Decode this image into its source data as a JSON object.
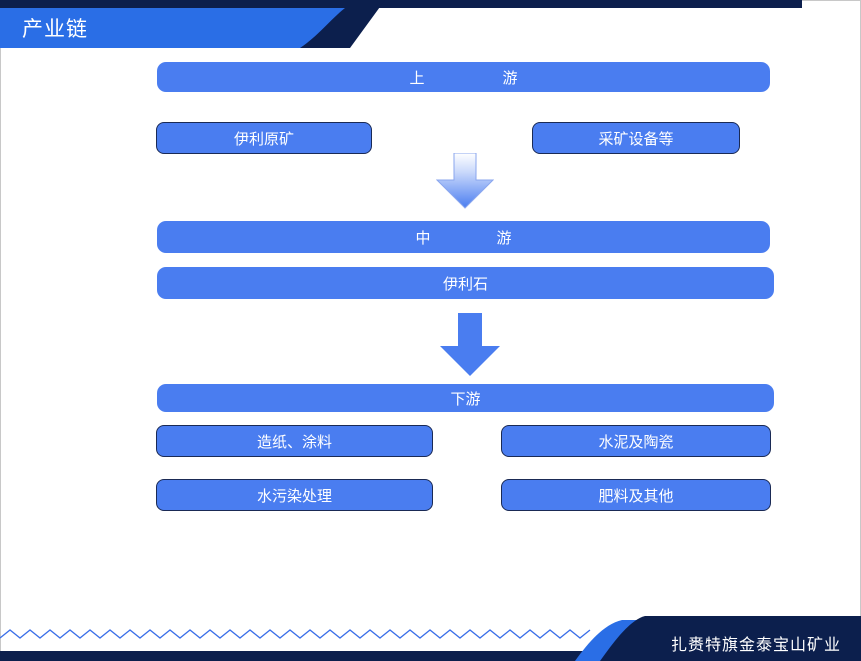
{
  "header": {
    "title": "产业链"
  },
  "upstream": {
    "heading": [
      "上",
      "游"
    ],
    "items": [
      "伊利原矿",
      "采矿设备等"
    ]
  },
  "midstream": {
    "heading": [
      "中",
      "游"
    ],
    "items": [
      "伊利石"
    ]
  },
  "downstream": {
    "heading": "下游",
    "items": [
      "造纸、涂料",
      "水泥及陶瓷",
      "水污染处理",
      "肥料及其他"
    ]
  },
  "footer": {
    "company": "扎赉特旗金泰宝山矿业"
  },
  "colors": {
    "bar": "#4a7df0",
    "header_blue": "#2a6ee6",
    "navy": "#0c1f4d",
    "pill_border": "#1a2a55"
  }
}
